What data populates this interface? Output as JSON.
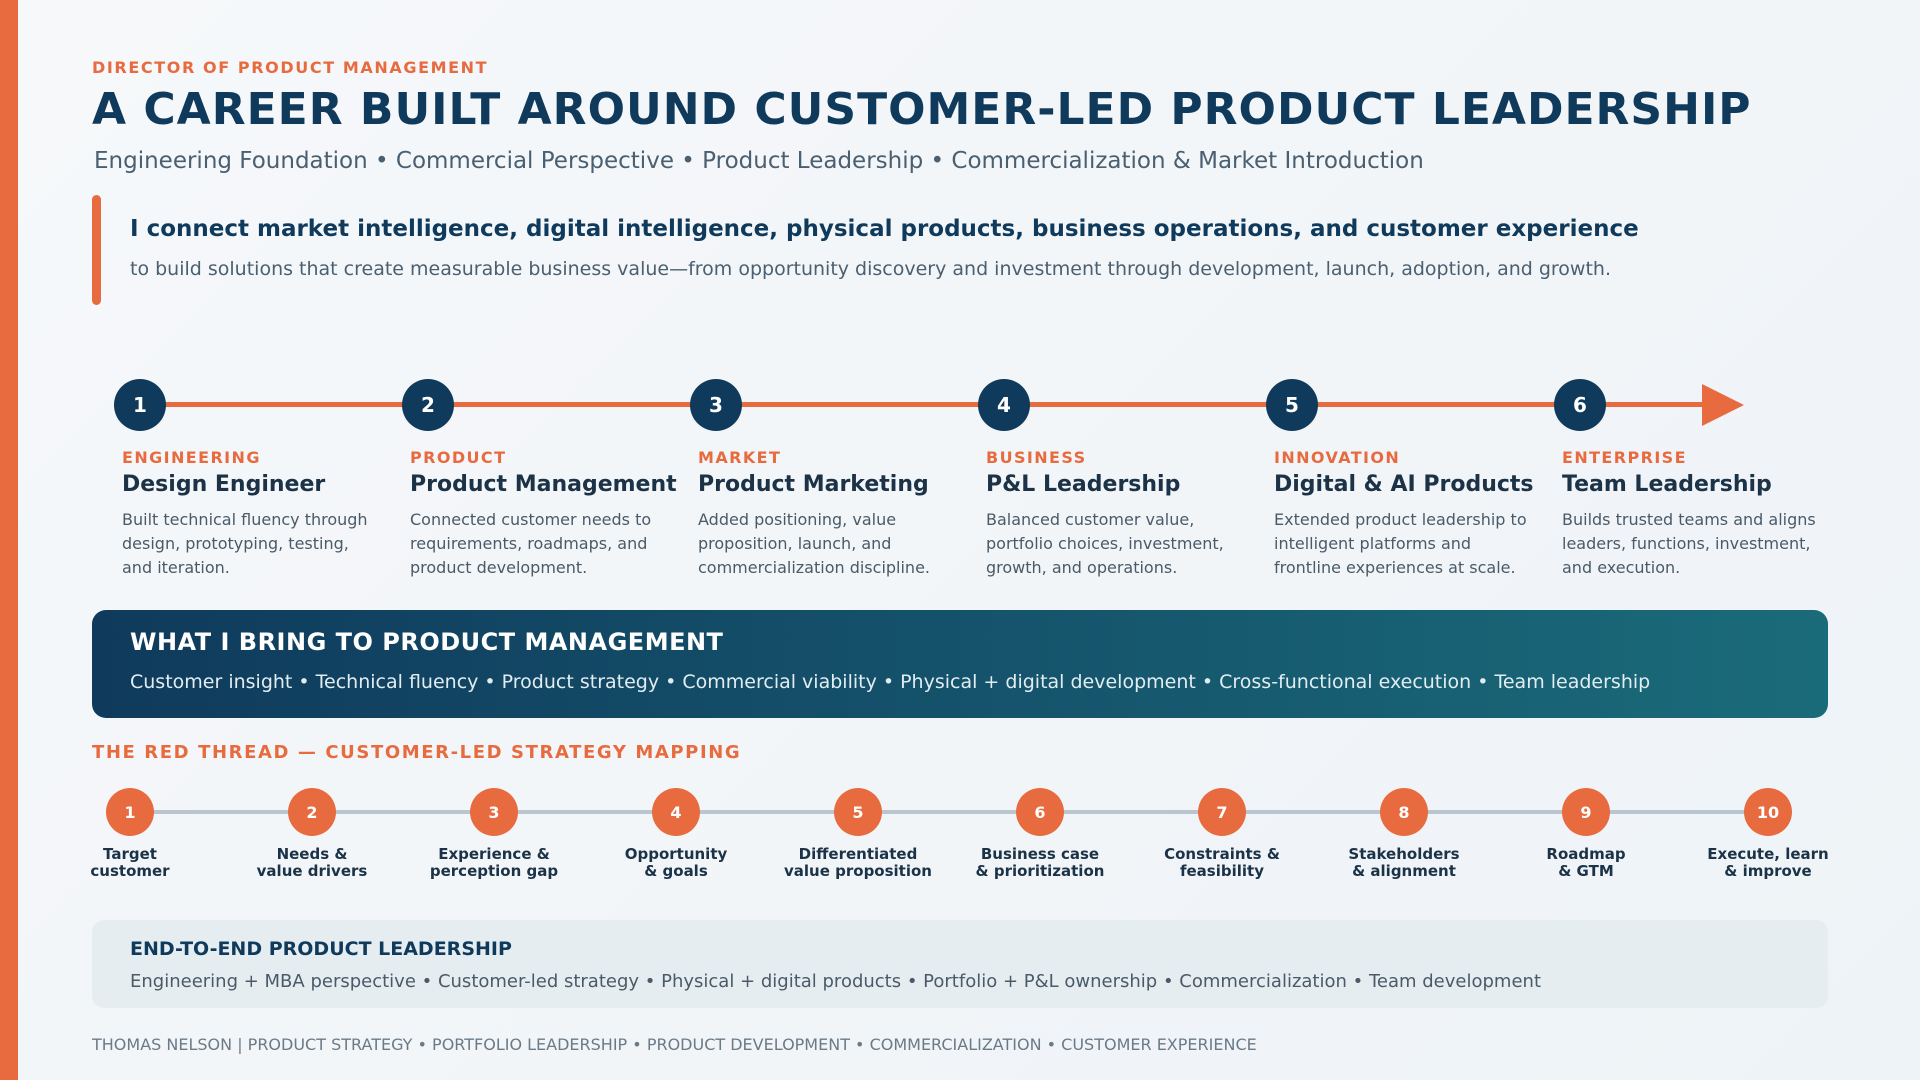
{
  "header": {
    "eyebrow": "DIRECTOR OF PRODUCT MANAGEMENT",
    "title": "A CAREER BUILT AROUND CUSTOMER-LED PRODUCT LEADERSHIP",
    "subtitle": "Engineering Foundation • Commercial Perspective • Product Leadership • Commercialization & Market Introduction"
  },
  "statement": {
    "main": "I connect market intelligence, digital intelligence, physical products, business operations, and customer experience",
    "sub": "to build solutions that create measurable business value—from opportunity discovery and investment through development, launch, adoption, and growth."
  },
  "timeline": [
    {
      "num": "1",
      "category": "ENGINEERING",
      "role": "Design Engineer",
      "desc": "Built technical fluency through design, prototyping, testing, and iteration."
    },
    {
      "num": "2",
      "category": "PRODUCT",
      "role": "Product Management",
      "desc": "Connected customer needs to requirements, roadmaps, and product development."
    },
    {
      "num": "3",
      "category": "MARKET",
      "role": "Product Marketing",
      "desc": "Added positioning, value proposition, launch, and commercialization discipline."
    },
    {
      "num": "4",
      "category": "BUSINESS",
      "role": "P&L Leadership",
      "desc": "Balanced customer value, portfolio choices, investment, growth, and operations."
    },
    {
      "num": "5",
      "category": "INNOVATION",
      "role": "Digital & AI Products",
      "desc": "Extended product leadership to intelligent platforms and frontline experiences at scale."
    },
    {
      "num": "6",
      "category": "ENTERPRISE",
      "role": "Team Leadership",
      "desc": "Builds trusted teams and aligns leaders, functions, investment, and execution."
    }
  ],
  "bring": {
    "title": "WHAT I BRING TO PRODUCT MANAGEMENT",
    "list": "Customer insight • Technical fluency • Product strategy • Commercial viability • Physical + digital development • Cross-functional execution • Team leadership"
  },
  "red_thread": {
    "title": "THE RED THREAD — CUSTOMER-LED STRATEGY MAPPING",
    "steps": [
      {
        "num": "1",
        "label": "Target\ncustomer"
      },
      {
        "num": "2",
        "label": "Needs &\nvalue drivers"
      },
      {
        "num": "3",
        "label": "Experience &\nperception gap"
      },
      {
        "num": "4",
        "label": "Opportunity\n& goals"
      },
      {
        "num": "5",
        "label": "Differentiated\nvalue proposition"
      },
      {
        "num": "6",
        "label": "Business case\n& prioritization"
      },
      {
        "num": "7",
        "label": "Constraints &\nfeasibility"
      },
      {
        "num": "8",
        "label": "Stakeholders\n& alignment"
      },
      {
        "num": "9",
        "label": "Roadmap\n& GTM"
      },
      {
        "num": "10",
        "label": "Execute, learn\n& improve"
      }
    ]
  },
  "end_to_end": {
    "title": "END-TO-END PRODUCT LEADERSHIP",
    "list": "Engineering + MBA perspective • Customer-led strategy • Physical + digital products • Portfolio + P&L ownership • Commercialization • Team development"
  },
  "footer": "THOMAS NELSON | PRODUCT STRATEGY • PORTFOLIO LEADERSHIP • PRODUCT DEVELOPMENT • COMMERCIALIZATION • CUSTOMER EXPERIENCE",
  "colors": {
    "accent": "#e86b3f",
    "navy": "#0f3a5c",
    "teal": "#1a6b7a"
  }
}
